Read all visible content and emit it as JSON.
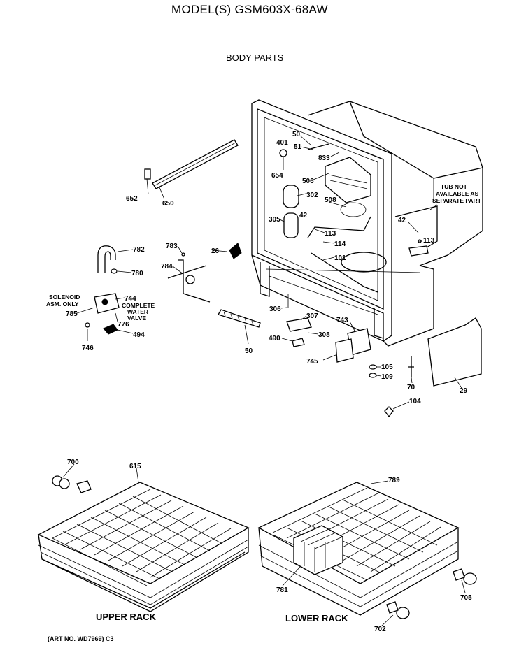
{
  "header": {
    "title": "MODEL(S) GSM603X-68AW",
    "subtitle": "BODY PARTS"
  },
  "notes": {
    "tub_line1": "TUB NOT",
    "tub_line2": "AVAILABLE AS",
    "tub_line3": "SEPARATE PART",
    "solenoid_line1": "SOLENOID",
    "solenoid_line2": "ASM. ONLY",
    "valve_line1": "COMPLETE",
    "valve_line2": "WATER",
    "valve_line3": "VALVE"
  },
  "parts": {
    "p50_top": "50",
    "p401": "401",
    "p51": "51",
    "p833": "833",
    "p654": "654",
    "p506": "506",
    "p302": "302",
    "p508": "508",
    "p42a": "42",
    "p305": "305",
    "p113a": "113",
    "p114": "114",
    "p101": "101",
    "p652": "652",
    "p650": "650",
    "p782": "782",
    "p780": "780",
    "p783": "783",
    "p26": "26",
    "p784": "784",
    "p744": "744",
    "p785": "785",
    "p776": "776",
    "p746": "746",
    "p494": "494",
    "p50_bottom": "50",
    "p306": "306",
    "p307": "307",
    "p743": "743",
    "p490": "490",
    "p308": "308",
    "p745": "745",
    "p105": "105",
    "p109": "109",
    "p70": "70",
    "p29": "29",
    "p104": "104",
    "p42b": "42",
    "p113b": "113",
    "p700": "700",
    "p615": "615",
    "p789": "789",
    "p781": "781",
    "p705": "705",
    "p702": "702"
  },
  "captions": {
    "upper_rack": "UPPER RACK",
    "lower_rack": "LOWER RACK",
    "art_no": "(ART NO. WD7969) C3"
  }
}
